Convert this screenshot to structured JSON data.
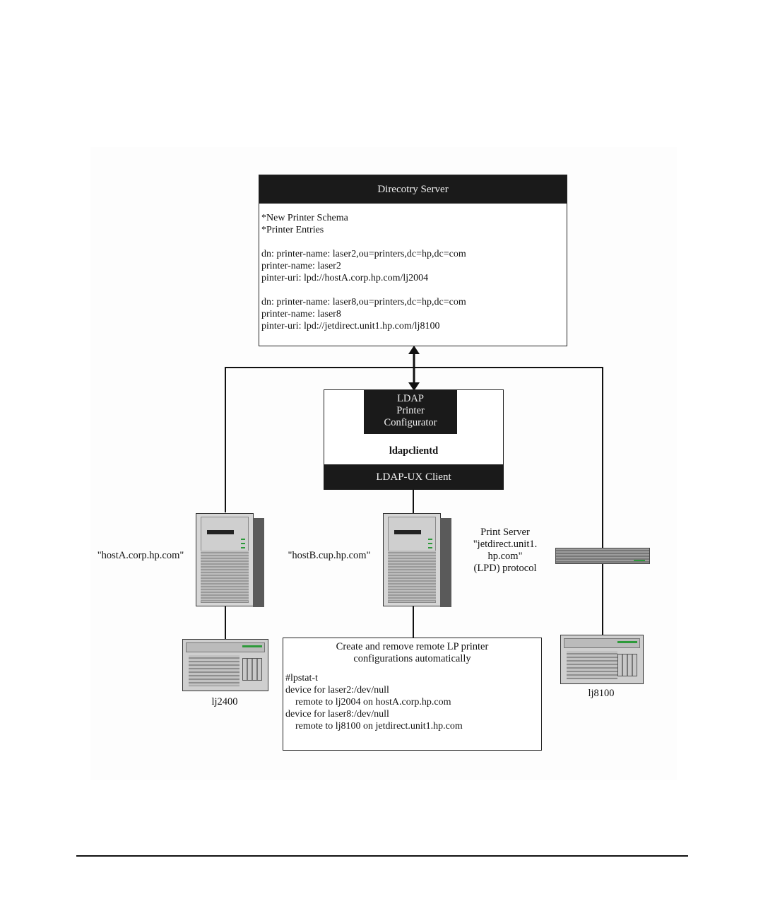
{
  "directory_server": {
    "title": "Direcotry Server",
    "lines": [
      "*New Printer Schema",
      "*Printer Entries",
      "",
      "dn: printer-name: laser2,ou=printers,dc=hp,dc=com",
      "printer-name: laser2",
      "pinter-uri: lpd://hostA.corp.hp.com/lj2004",
      "",
      "dn: printer-name: laser8,ou=printers,dc=hp,dc=com",
      "printer-name: laser8",
      "pinter-uri: lpd://jetdirect.unit1.hp.com/lj8100"
    ]
  },
  "client": {
    "configurator": "LDAP\nPrinter\nConfigurator",
    "daemon": "ldapclientd",
    "client_label": "LDAP-UX Client"
  },
  "hosts": {
    "host_a": "\"hostA.corp.hp.com\"",
    "host_b": "\"hostB.cup.hp.com\"",
    "print_server": "Print Server\n\"jetdirect.unit1.\nhp.com\"\n(LPD) protocol"
  },
  "printers": {
    "left": "lj2400",
    "right": "lj8100"
  },
  "notes": {
    "title": "Create and remove remote LP printer\nconfigurations automatically",
    "lines": [
      "#lpstat-t",
      "device for laser2:/dev/null",
      "    remote to lj2004 on hostA.corp.hp.com",
      "device for laser8:/dev/null",
      "    remote to lj8100 on jetdirect.unit1.hp.com"
    ]
  },
  "colors": {
    "dark_header": "#1a1a1a",
    "led_green": "#2d9a3a"
  }
}
